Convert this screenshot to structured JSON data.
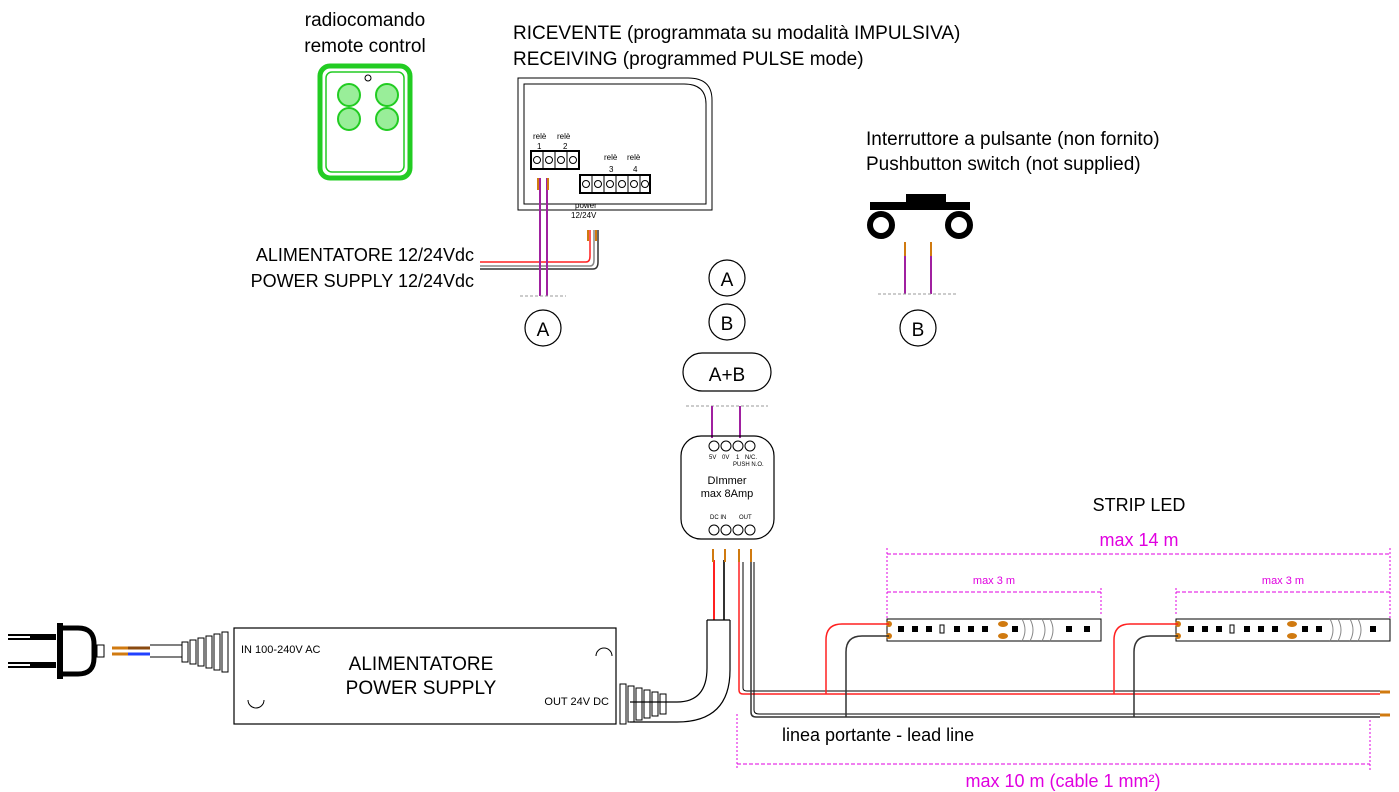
{
  "remote": {
    "label_it": "radiocomando",
    "label_en": "remote control",
    "color": "#22cc22"
  },
  "receiver": {
    "title_it": "RICEVENTE (programmata su modalità IMPULSIVA)",
    "title_en": "RECEIVING  (programmed PULSE mode)",
    "relay_word": "relè",
    "relay_1": "1",
    "relay_2": "2",
    "relay_3": "3",
    "relay_4": "4",
    "power_label": "power",
    "power_voltage": "12/24V"
  },
  "power_input": {
    "label_it": "ALIMENTATORE  12/24Vdc",
    "label_en": "POWER SUPPLY 12/24Vdc"
  },
  "switch": {
    "label_it": "Interruttore a pulsante (non fornito)",
    "label_en": "Pushbutton switch (not supplied)"
  },
  "markers": {
    "a": "A",
    "b": "B",
    "ab": "A+B"
  },
  "dimmer": {
    "title": "DImmer",
    "subtitle": "max 8Amp",
    "pin_5v": "5V",
    "pin_0v": "0V",
    "pin_1": "1",
    "pin_nc": "N/C.",
    "push_label": "PUSH N.O.",
    "dc_in": "DC IN",
    "out": "OUT"
  },
  "psu": {
    "label_it": "ALIMENTATORE",
    "label_en": "POWER SUPPLY",
    "input": "IN 100-240V AC",
    "output": "OUT 24V DC"
  },
  "strip": {
    "title": "STRIP LED",
    "max_total": "max 14 m",
    "max_segment_1": "max 3 m",
    "max_segment_2": "max 3 m"
  },
  "lead": {
    "label": "linea portante - lead line",
    "max_length": "max 10 m (cable 1 mm²)"
  },
  "colors": {
    "magenta": "#e000e0",
    "wire_red": "#ff2020",
    "wire_purple": "#a020a0",
    "wire_copper": "#d07a10"
  }
}
